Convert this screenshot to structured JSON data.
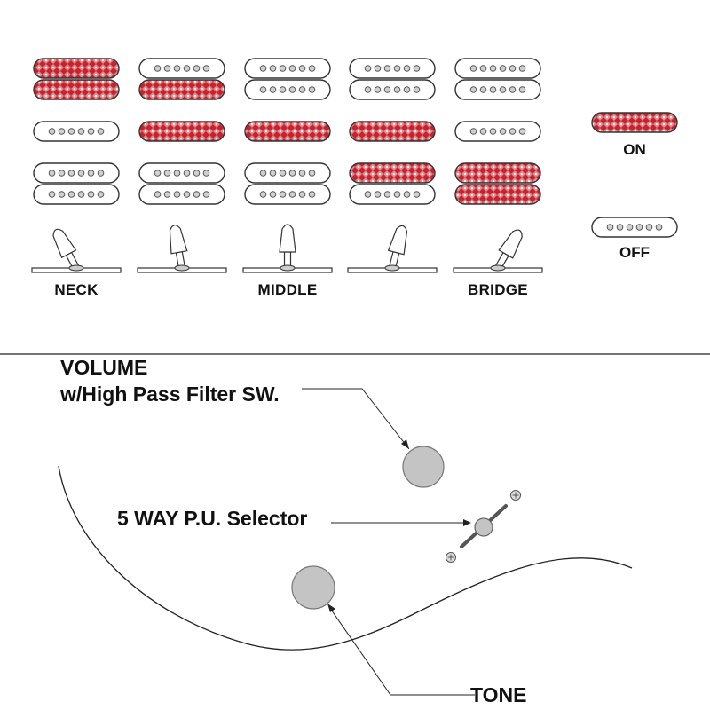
{
  "switch_chart": {
    "positions": [
      {
        "label": "NECK",
        "neck": [
          "on",
          "on"
        ],
        "middle": "off",
        "bridge": [
          "off",
          "off"
        ],
        "lever": "neck"
      },
      {
        "label": "",
        "neck": [
          "off",
          "on"
        ],
        "middle": "on",
        "bridge": [
          "off",
          "off"
        ],
        "lever": "neck-middle"
      },
      {
        "label": "MIDDLE",
        "neck": [
          "off",
          "off"
        ],
        "middle": "on",
        "bridge": [
          "off",
          "off"
        ],
        "lever": "middle"
      },
      {
        "label": "",
        "neck": [
          "off",
          "off"
        ],
        "middle": "on",
        "bridge": [
          "on",
          "off"
        ],
        "lever": "middle-bridge"
      },
      {
        "label": "BRIDGE",
        "neck": [
          "off",
          "off"
        ],
        "middle": "off",
        "bridge": [
          "on",
          "on"
        ],
        "lever": "bridge"
      }
    ],
    "legend": {
      "on_label": "ON",
      "off_label": "OFF"
    },
    "colors": {
      "on_fill": "#c8232c",
      "off_fill": "#ffffff",
      "outline": "#333333"
    }
  },
  "controls": {
    "volume_label_line1": "VOLUME",
    "volume_label_line2": "w/High Pass Filter SW.",
    "selector_label": "5 WAY P.U. Selector",
    "tone_label": "TONE",
    "knob_color": "#c4c4c4"
  }
}
